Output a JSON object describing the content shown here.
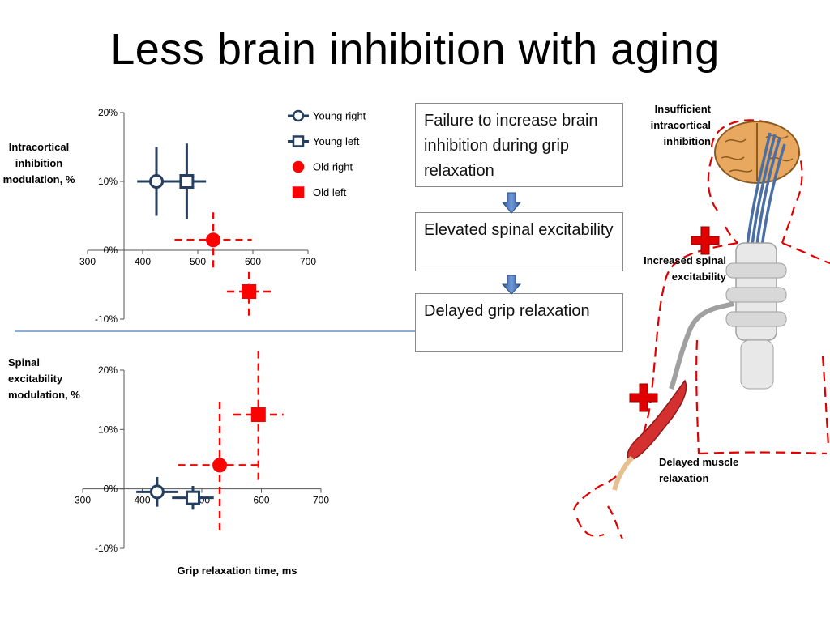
{
  "slide": {
    "title": "Less brain inhibition with aging"
  },
  "legend": [
    {
      "label": "Young right",
      "color": "#243F60",
      "marker": "circle"
    },
    {
      "label": "Young left",
      "color": "#243F60",
      "marker": "square"
    },
    {
      "label": "Old right",
      "color": "#FF0000",
      "marker": "circle"
    },
    {
      "label": "Old left",
      "color": "#FF0000",
      "marker": "square"
    }
  ],
  "flow": {
    "box1": "Failure to increase brain inhibition during grip relaxation",
    "box2": "Elevated spinal excitability",
    "box3": "Delayed grip relaxation"
  },
  "diagram": {
    "insufficient": "Insufficient intracortical inhibition",
    "spinal": "Increased spinal excitability",
    "muscle": "Delayed muscle relaxation",
    "accent_color": "#E00000",
    "nerve_color": "#4A6FA5",
    "icons": [
      "brain-icon",
      "spinal-cord-icon",
      "muscle-icon",
      "plus-icon"
    ]
  },
  "chart_data": [
    {
      "type": "scatter",
      "title": "",
      "xlabel": "",
      "ylabel": "Intracortical inhibition modulation, %",
      "xlim": [
        300,
        700
      ],
      "ylim": [
        -10,
        20
      ],
      "xticks": [
        "300",
        "400",
        "500",
        "600",
        "700"
      ],
      "yticks": [
        "20%",
        "10%",
        "0%",
        "-10%"
      ],
      "series": [
        {
          "name": "Young right",
          "x": 425,
          "y": 10,
          "xerr": 35,
          "yerr": 5
        },
        {
          "name": "Young left",
          "x": 480,
          "y": 10,
          "xerr": 35,
          "yerr": 5.5
        },
        {
          "name": "Old right",
          "x": 528,
          "y": 1.5,
          "xerr": 70,
          "yerr": 4
        },
        {
          "name": "Old left",
          "x": 593,
          "y": -6,
          "xerr": 40,
          "yerr": 3.5
        }
      ]
    },
    {
      "type": "scatter",
      "title": "",
      "xlabel": "Grip relaxation time, ms",
      "ylabel": "Spinal excitability modulation, %",
      "xlim": [
        300,
        700
      ],
      "ylim": [
        -10,
        20
      ],
      "xticks": [
        "300",
        "400",
        "500",
        "600",
        "700"
      ],
      "yticks": [
        "20%",
        "10%",
        "0%",
        "-10%"
      ],
      "series": [
        {
          "name": "Young right",
          "x": 425,
          "y": -0.5,
          "xerr": 35,
          "yerr": 2.5
        },
        {
          "name": "Young left",
          "x": 485,
          "y": -1.5,
          "xerr": 35,
          "yerr": 2
        },
        {
          "name": "Old right",
          "x": 530,
          "y": 4,
          "xerr": 70,
          "yerr": 11
        },
        {
          "name": "Old left",
          "x": 595,
          "y": 12.5,
          "xerr": 42,
          "yerr": 11
        }
      ]
    }
  ]
}
